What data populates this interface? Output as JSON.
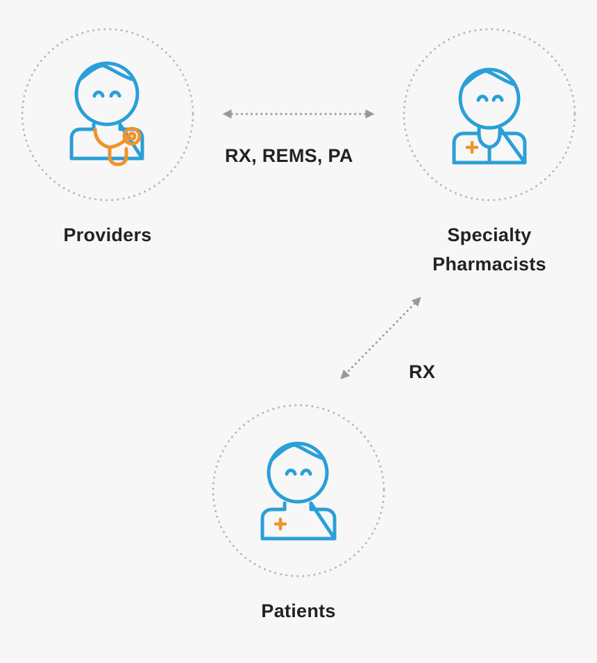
{
  "colors": {
    "background": "#f7f7f7",
    "icon_primary": "#2a9fd8",
    "icon_accent": "#f0932b",
    "dotted_ring": "#b8b8b8",
    "arrow": "#999999",
    "text": "#222222"
  },
  "nodes": {
    "providers": {
      "label": "Providers",
      "icon": "doctor-with-stethoscope-icon"
    },
    "pharmacists": {
      "label_line1": "Specialty",
      "label_line2": "Pharmacists",
      "icon": "pharmacist-icon"
    },
    "patients": {
      "label": "Patients",
      "icon": "patient-icon"
    }
  },
  "edges": {
    "providers_pharmacists": {
      "label": "RX, REMS, PA",
      "direction": "bidirectional"
    },
    "pharmacists_patients": {
      "label": "RX",
      "direction": "bidirectional"
    }
  }
}
